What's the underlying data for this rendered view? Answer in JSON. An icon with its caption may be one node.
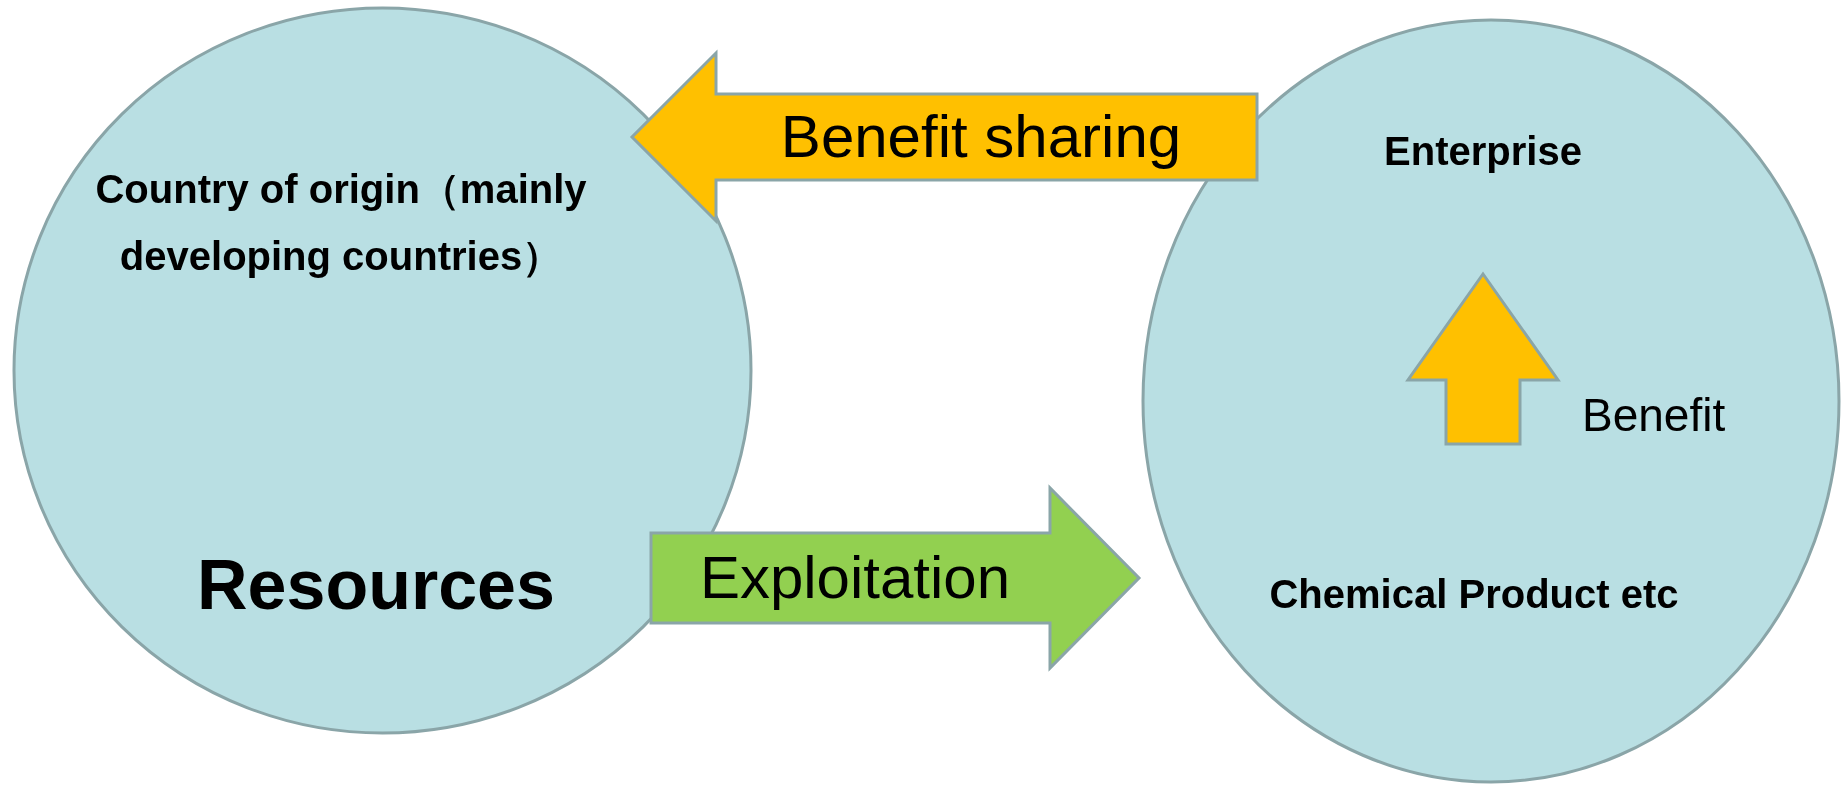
{
  "diagram": {
    "nodes": [
      {
        "text": [],
        "shape": "circle"
      },
      {
        "text": [
          "Country of origin（mainly developing countries）"
        ],
        "in": 0
      },
      {
        "text": [
          "Resources"
        ],
        "in": 0
      },
      {
        "text": [],
        "shape": "circle"
      },
      {
        "text": [
          "Enterprise"
        ],
        "in": 3
      },
      {
        "text": [
          "Chemical Product etc"
        ],
        "in": 3
      }
    ],
    "edges": [
      {
        "from": 0,
        "to": 3,
        "arrow": "to",
        "label": "Exploitation",
        "color": "#92d050"
      },
      {
        "from": 3,
        "to": 0,
        "arrow": "to",
        "label": "Benefit sharing"
      },
      {
        "from": 5,
        "to": 4,
        "arrow": "to",
        "label": "Benefit"
      }
    ]
  }
}
